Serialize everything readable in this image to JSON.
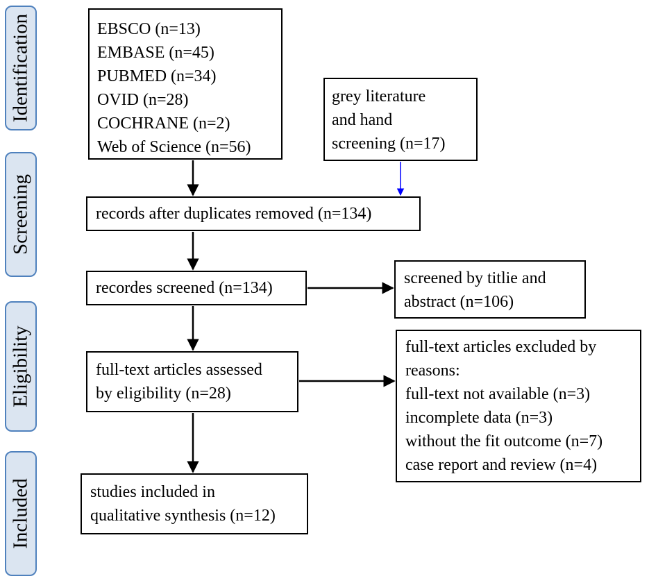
{
  "stages": {
    "identification": "Identification",
    "screening": "Screening",
    "eligibility": "Eligibility",
    "included": "Included"
  },
  "boxes": {
    "databases": [
      "EBSCO (n=13)",
      "EMBASE (n=45)",
      "PUBMED (n=34)",
      "OVID (n=28)",
      "COCHRANE (n=2)",
      "Web of Science (n=56)"
    ],
    "grey": [
      "grey literature",
      "and hand",
      "screening (n=17)"
    ],
    "duplicates": [
      "records after duplicates removed (n=134)"
    ],
    "screened": [
      "recordes screened (n=134)"
    ],
    "excluded_title": [
      "screened by titlie and",
      "abstract (n=106)"
    ],
    "fulltext": [
      "full-text articles assessed",
      "by eligibility (n=28)"
    ],
    "excluded_reasons": [
      "full-text articles excluded by",
      "reasons:",
      "full-text not available (n=3)",
      "incomplete data (n=3)",
      "without the fit outcome (n=7)",
      "case report and review (n=4)"
    ],
    "included": [
      "studies included in",
      "qualitative synthesis (n=12)"
    ]
  },
  "colors": {
    "stage_fill": "#dbe5f1",
    "stage_border": "#4f81bd",
    "grey_arrow": "#0000ff"
  }
}
